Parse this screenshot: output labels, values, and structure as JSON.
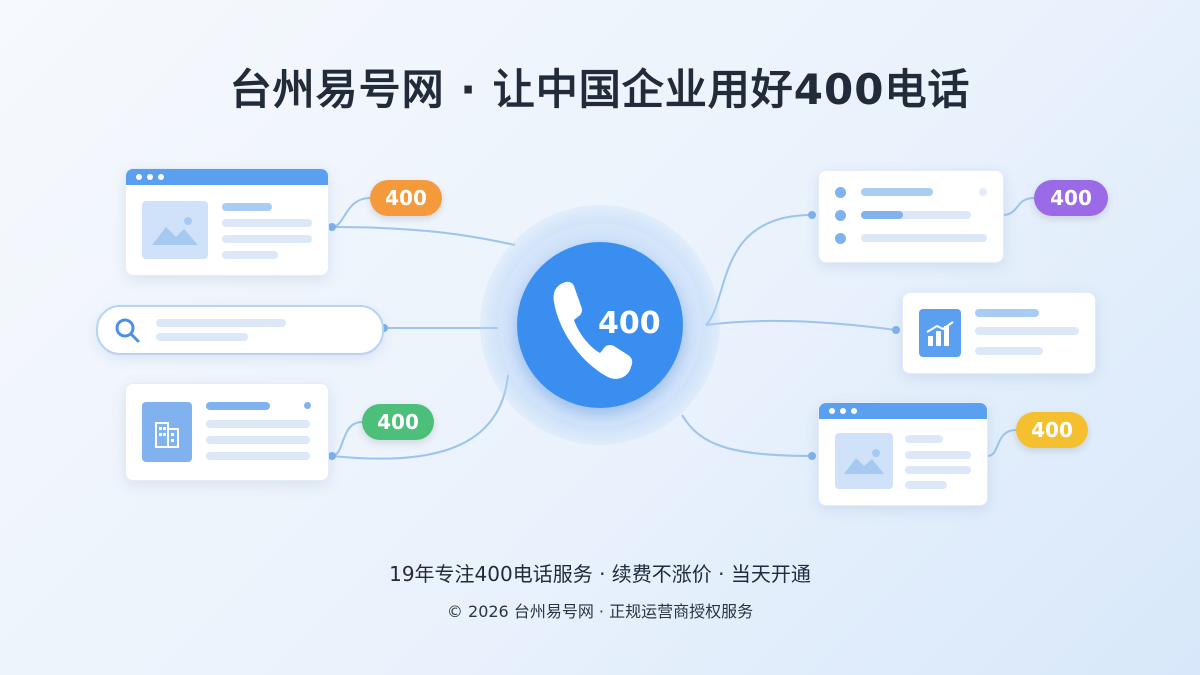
{
  "title": "台州易号网 · 让中国企业用好400电话",
  "tagline": "19年专注400电话服务 · 续费不涨价 · 当天开通",
  "copyright": "© 2026 台州易号网 · 正规运营商授权服务",
  "hub": {
    "label": "400",
    "icon": "phone-icon"
  },
  "badges": {
    "top_left": "400",
    "bottom_left": "400",
    "top_right": "400",
    "bottom_right": "400"
  },
  "colors": {
    "hub": "#3a8ef0",
    "badge_orange": "#f59a3c",
    "badge_green": "#4cc07a",
    "badge_purple": "#9b6ae6",
    "badge_yellow": "#f5c030",
    "accent": "#5b9ff0"
  },
  "icons": {
    "search": "search-icon",
    "image": "image-icon",
    "building": "building-icon",
    "chart": "bar-chart-icon"
  }
}
